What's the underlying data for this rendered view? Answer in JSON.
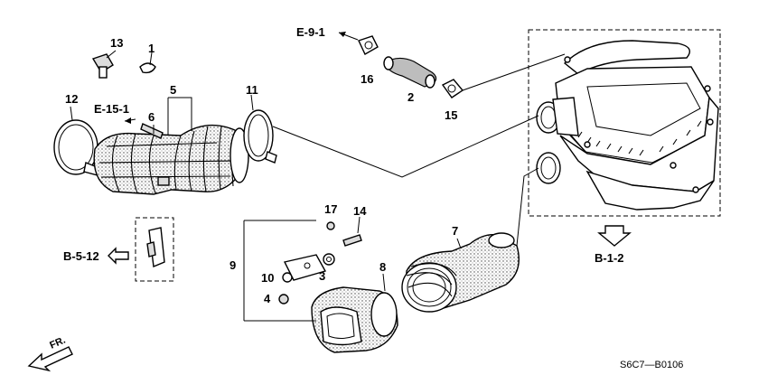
{
  "labels": {
    "p1": "1",
    "p2": "2",
    "p3": "3",
    "p4": "4",
    "p5": "5",
    "p6": "6",
    "p7": "7",
    "p8": "8",
    "p9": "9",
    "p10": "10",
    "p11": "11",
    "p12": "12",
    "p13": "13",
    "p14": "14",
    "p15": "15",
    "p16": "16",
    "p17": "17"
  },
  "refs": {
    "e91": "E-9-1",
    "e151": "E-15-1",
    "b512": "B-5-12",
    "b12": "B-1-2",
    "front": "FR."
  },
  "diagram_code": "S6C7—B0106"
}
